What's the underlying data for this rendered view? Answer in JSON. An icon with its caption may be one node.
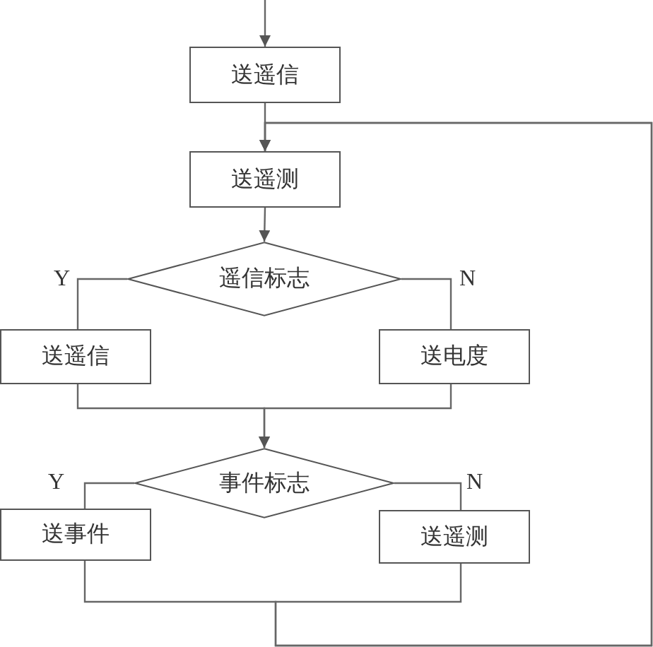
{
  "diagram": {
    "nodes": [
      {
        "text": [
          "送遥信"
        ]
      },
      {
        "text": [
          "送遥测"
        ]
      },
      {
        "text": [
          "遥信标志"
        ]
      },
      {
        "text": [
          "送遥信"
        ]
      },
      {
        "text": [
          "送电度"
        ]
      },
      {
        "text": [
          "事件标志"
        ]
      },
      {
        "text": [
          "送事件"
        ]
      },
      {
        "text": [
          "送遥测"
        ]
      }
    ],
    "edges": [
      {
        "from": null,
        "to": 0,
        "arrow": "to"
      },
      {
        "from": 0,
        "to": 1,
        "arrow": "to"
      },
      {
        "from": 1,
        "to": 2,
        "arrow": "to"
      },
      {
        "from": 2,
        "to": 3,
        "arrow": "none",
        "label": "Y"
      },
      {
        "from": 2,
        "to": 4,
        "arrow": "none",
        "label": "N"
      },
      {
        "from": 3,
        "to": 5,
        "arrow": "to"
      },
      {
        "from": 4,
        "to": 5,
        "arrow": "to"
      },
      {
        "from": 5,
        "to": 6,
        "arrow": "none",
        "label": "Y"
      },
      {
        "from": 5,
        "to": 7,
        "arrow": "none",
        "label": "N"
      },
      {
        "from": 6,
        "to": 1,
        "arrow": "to"
      },
      {
        "from": 7,
        "to": 1,
        "arrow": "to"
      }
    ]
  }
}
